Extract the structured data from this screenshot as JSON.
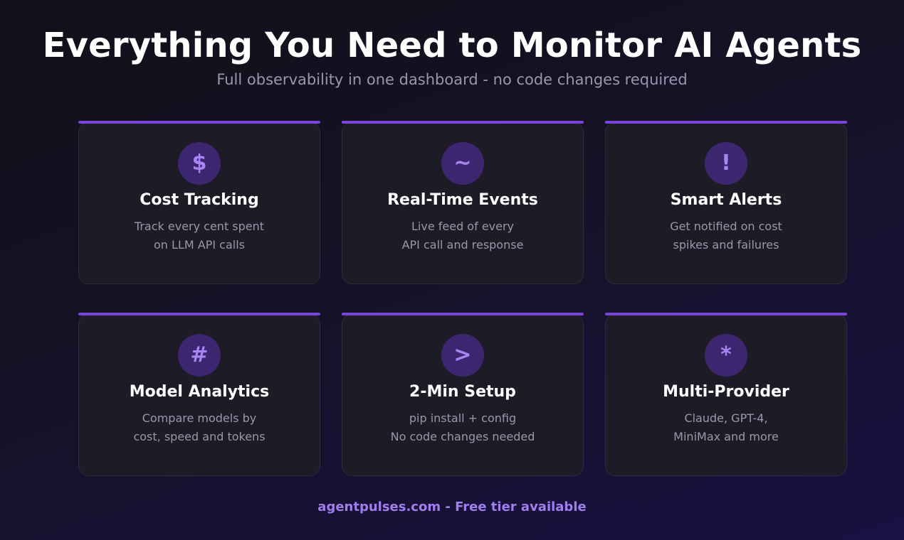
{
  "header": {
    "title": "Everything You Need to Monitor AI Agents",
    "subtitle": "Full observability in one dashboard - no code changes required"
  },
  "colors": {
    "accent": "#7b44d9",
    "icon_bg": "#3d2670",
    "icon_glyph": "#a884f5",
    "card_bg": "#1c1b26",
    "footer_text": "#a07ef0"
  },
  "features": [
    {
      "icon": "dollar-icon",
      "glyph": "$",
      "title": "Cost Tracking",
      "desc_line1": "Track every cent spent",
      "desc_line2": "on LLM API calls"
    },
    {
      "icon": "tilde-wave-icon",
      "glyph": "~",
      "title": "Real-Time Events",
      "desc_line1": "Live feed of every",
      "desc_line2": "API call and response"
    },
    {
      "icon": "exclamation-icon",
      "glyph": "!",
      "title": "Smart Alerts",
      "desc_line1": "Get notified on cost",
      "desc_line2": "spikes and failures"
    },
    {
      "icon": "hash-icon",
      "glyph": "#",
      "title": "Model Analytics",
      "desc_line1": "Compare models by",
      "desc_line2": "cost, speed and tokens"
    },
    {
      "icon": "prompt-chevron-icon",
      "glyph": ">",
      "title": "2-Min Setup",
      "desc_line1": "pip install + config",
      "desc_line2": "No code changes needed"
    },
    {
      "icon": "asterisk-icon",
      "glyph": "*",
      "title": "Multi-Provider",
      "desc_line1": "Claude, GPT-4,",
      "desc_line2": "MiniMax and more"
    }
  ],
  "footer": {
    "text": "agentpulses.com - Free tier available"
  }
}
